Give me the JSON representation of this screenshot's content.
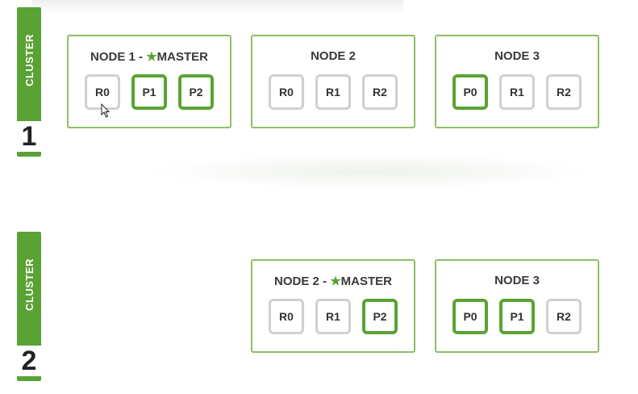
{
  "clusters": [
    {
      "label": "CLUSTER",
      "number": "1",
      "nodes": [
        {
          "title": "NODE 1 -",
          "master": "MASTER",
          "shards": [
            {
              "label": "R0",
              "kind": "replica"
            },
            {
              "label": "P1",
              "kind": "primary"
            },
            {
              "label": "P2",
              "kind": "primary"
            }
          ]
        },
        {
          "title": "NODE 2",
          "master": "",
          "shards": [
            {
              "label": "R0",
              "kind": "replica"
            },
            {
              "label": "R1",
              "kind": "replica"
            },
            {
              "label": "R2",
              "kind": "replica"
            }
          ]
        },
        {
          "title": "NODE 3",
          "master": "",
          "shards": [
            {
              "label": "P0",
              "kind": "primary"
            },
            {
              "label": "R1",
              "kind": "replica"
            },
            {
              "label": "R2",
              "kind": "replica"
            }
          ]
        }
      ]
    },
    {
      "label": "CLUSTER",
      "number": "2",
      "nodes": [
        {
          "title": "NODE 2 -",
          "master": "MASTER",
          "shards": [
            {
              "label": "R0",
              "kind": "replica"
            },
            {
              "label": "R1",
              "kind": "replica"
            },
            {
              "label": "P2",
              "kind": "primary"
            }
          ]
        },
        {
          "title": "NODE 3",
          "master": "",
          "shards": [
            {
              "label": "P0",
              "kind": "primary"
            },
            {
              "label": "P1",
              "kind": "primary"
            },
            {
              "label": "R2",
              "kind": "replica"
            }
          ]
        }
      ]
    }
  ],
  "icons": {
    "master": "star-icon",
    "pointer": "mouse-cursor-icon"
  },
  "colors": {
    "accent": "#5aa234",
    "node_border": "#8cbf67",
    "replica_border": "#d0d0d0"
  }
}
